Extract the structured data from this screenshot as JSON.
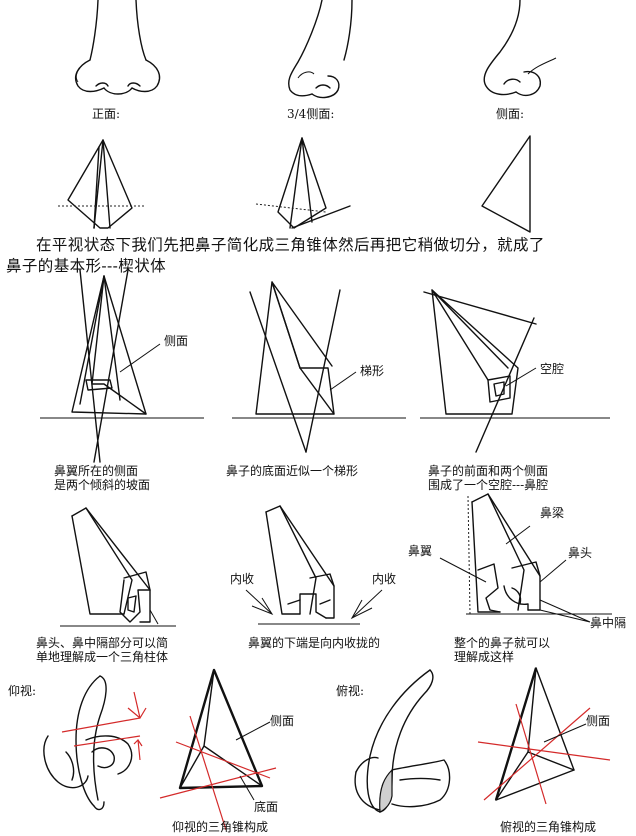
{
  "row1": {
    "labels": [
      "正面:",
      "3/4侧面:",
      "侧面:"
    ]
  },
  "paragraph": {
    "line1": "在平视状态下我们先把鼻子简化成三角锥体然后再把它稍做切分，就成了",
    "line2": "鼻子的基本形---楔状体"
  },
  "row3": {
    "annotations": [
      "侧面",
      "梯形",
      "空腔"
    ],
    "captions": [
      [
        "鼻翼所在的侧面",
        "是两个倾斜的坡面"
      ],
      [
        "鼻子的底面近似一个梯形"
      ],
      [
        "鼻子的前面和两个侧面",
        "围成了一个空腔---鼻腔"
      ]
    ]
  },
  "row4": {
    "annotations": {
      "inward_left": "内收",
      "inward_right": "内收",
      "bridge": "鼻梁",
      "wing": "鼻翼",
      "tip": "鼻头",
      "septum": "鼻中隔"
    },
    "captions": [
      [
        "鼻头、鼻中隔部分可以简",
        "单地理解成一个三角柱体"
      ],
      [
        "鼻翼的下端是向内收拢的"
      ],
      [
        "整个的鼻子就可以",
        "理解成这样"
      ]
    ]
  },
  "row5": {
    "labels": {
      "low_view": "仰视:",
      "high_view": "俯视:"
    },
    "annotations": {
      "side_left": "侧面",
      "base": "底面",
      "side_right": "侧面"
    },
    "captions": [
      "仰视的三角锥构成",
      "俯视的三角锥构成"
    ]
  },
  "colors": {
    "accent_red": "#d42a2a",
    "ink": "#111111"
  }
}
